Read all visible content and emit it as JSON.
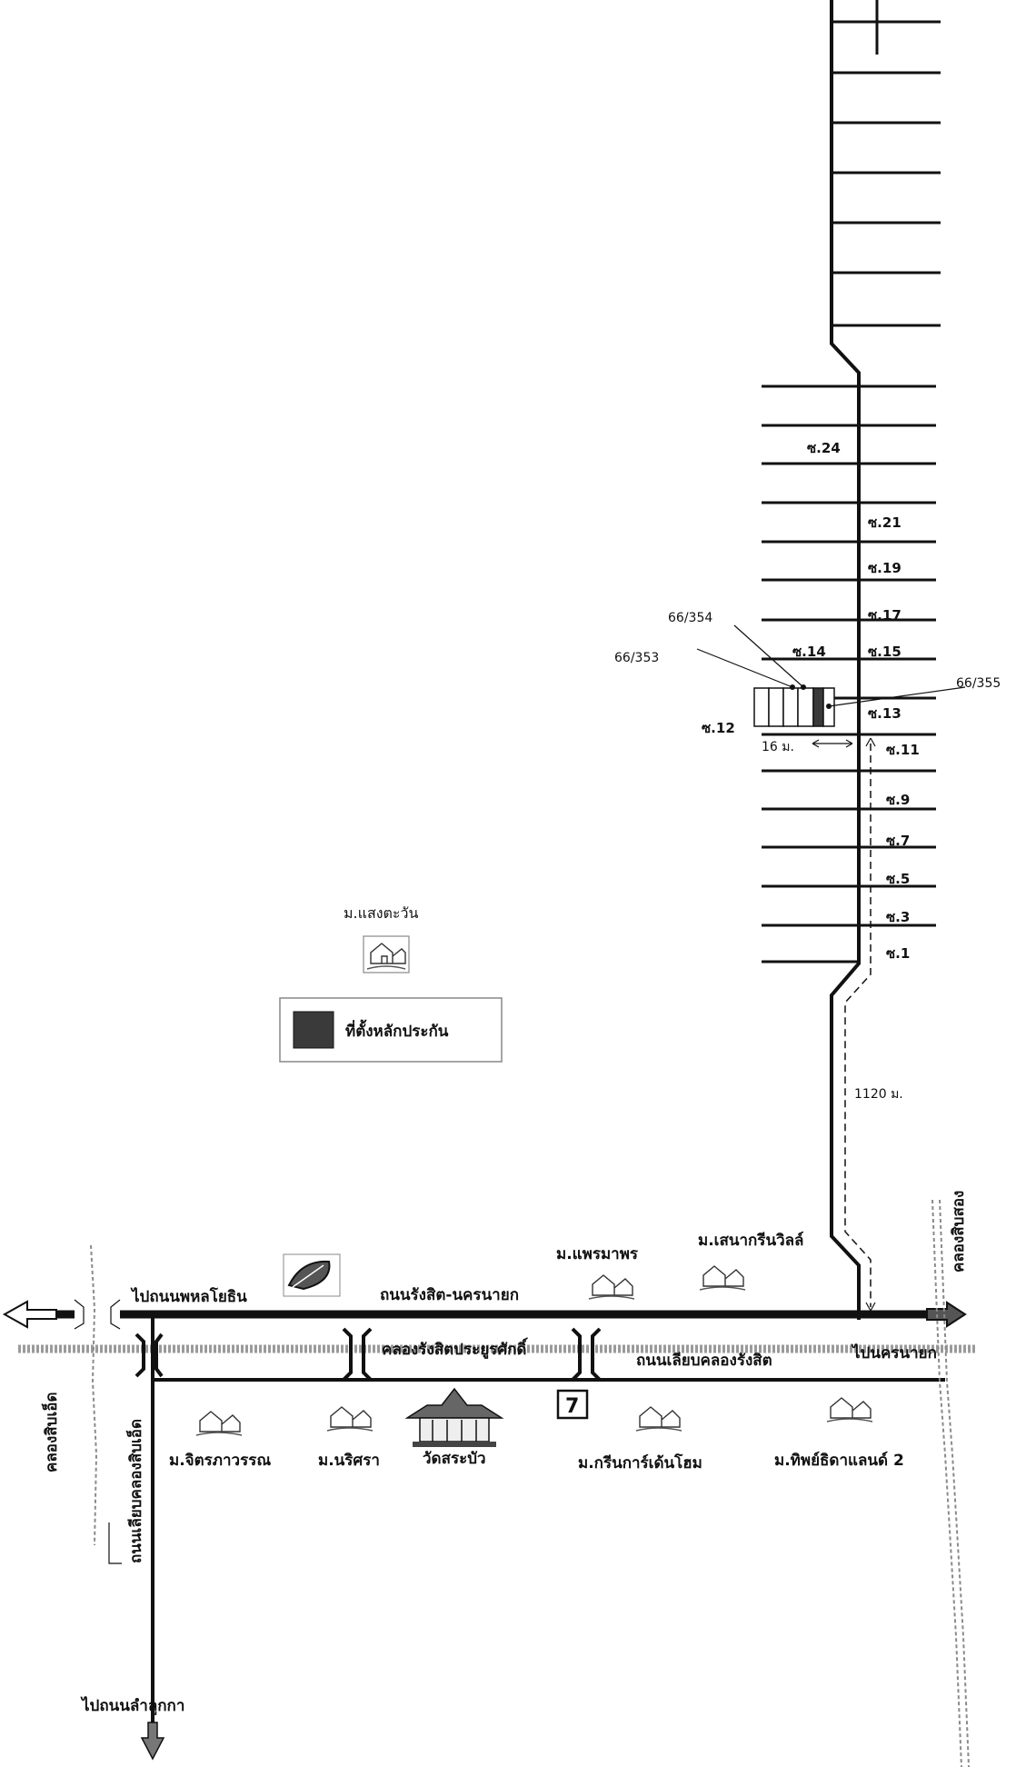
{
  "colors": {
    "road": "#111111",
    "canal": "#9a9a9a",
    "collateral_plot": "#3a3a3a",
    "background": "#ffffff"
  },
  "sois": {
    "s24": "ซ.24",
    "s21": "ซ.21",
    "s19": "ซ.19",
    "s17": "ซ.17",
    "s15": "ซ.15",
    "s14": "ซ.14",
    "s13": "ซ.13",
    "s12": "ซ.12",
    "s11": "ซ.11",
    "s9": "ซ.9",
    "s7": "ซ.7",
    "s5": "ซ.5",
    "s3": "ซ.3",
    "s1": "ซ.1"
  },
  "plots": {
    "p354": "66/354",
    "p353": "66/353",
    "p355": "66/355"
  },
  "distances": {
    "width": "16 ม.",
    "length": "1120 ม."
  },
  "villages": {
    "saeng_tawan": "ม.แสงตะวัน",
    "phraemahorn": "ม.แพรมาพร",
    "senagreen": "ม.เสนากรีนวิลล์",
    "jitphawan": "ม.จิตรภาวรรณ",
    "narisara": "ม.นริศรา",
    "green_garden": "ม.กรีนการ์เด้นโฮม",
    "thiphya": "ม.ทิพย์ธิดาแลนด์ 2"
  },
  "legend": {
    "collateral": "ที่ตั้งหลักประกัน"
  },
  "roads": {
    "to_phahonyothin": "ไปถนนพหลโยธิน",
    "rangsit_nakhonnayok": "ถนนรังสิต-นครนายก",
    "to_nakhonnayok": "ไปนครนายก",
    "lieb_rangsit": "ถนนเลียบคลองรังสิต",
    "lieb_khlong_sip_et": "ถนนเลียบคลองสิบเอ็ด",
    "to_lamlukka": "ไปถนนลำลูกกา"
  },
  "canals": {
    "rangsit_prayoonsak": "คลองรังสิตประยูรศักดิ์",
    "sip_song": "คลองสิบสอง",
    "sip_et": "คลองสิบเอ็ด"
  },
  "landmarks": {
    "wat": "วัดสระบัว",
    "seven_eleven": "7"
  }
}
